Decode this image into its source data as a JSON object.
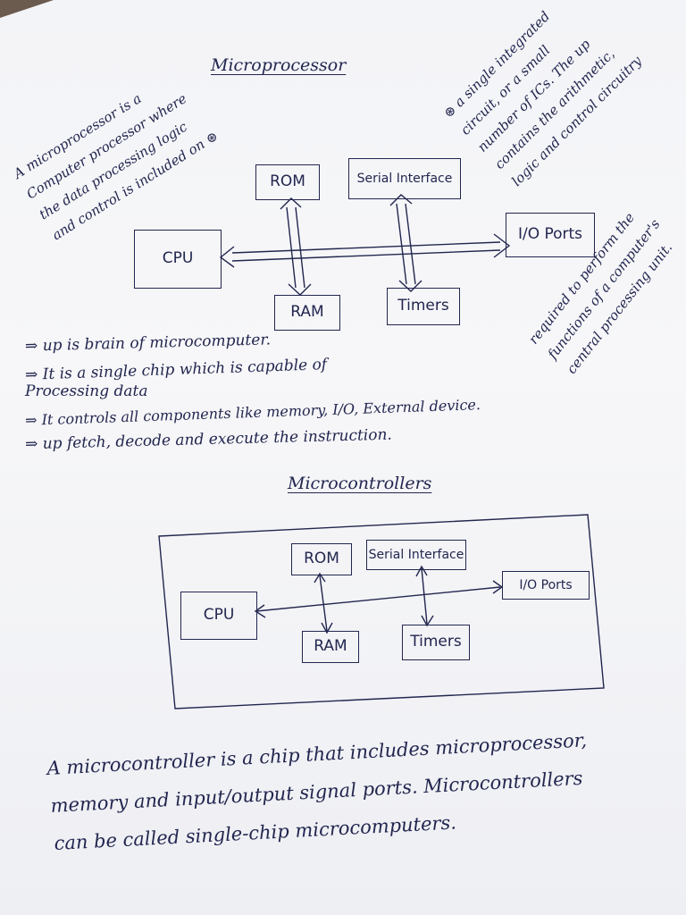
{
  "microprocessor": {
    "title": "Microprocessor",
    "left_note": [
      "A microprocessor is a",
      "Computer processor where",
      "the data processing logic",
      "and control is included on ⊛"
    ],
    "right_note": [
      "⊛ a single integrated",
      "circuit, or a small",
      "number of ICs. The up",
      "contains the arithmetic,",
      "logic and control circuitry"
    ],
    "right_note2": [
      "required to perform the",
      "functions of a computer's",
      "central processing unit."
    ],
    "blocks": {
      "rom": "ROM",
      "serial": "Serial Interface",
      "cpu": "CPU",
      "io": "I/O Ports",
      "ram": "RAM",
      "timers": "Timers"
    },
    "points": [
      "⇒  up is brain of microcomputer.",
      "⇒  It is a single chip which is capable of",
      "      Processing data",
      "⇒  It controls all components like memory, I/O, External device.",
      "⇒  up fetch, decode and execute the instruction."
    ]
  },
  "microcontrollers": {
    "title": "Microcontrollers",
    "blocks": {
      "rom": "ROM",
      "serial": "Serial Interface",
      "cpu": "CPU",
      "io": "I/O Ports",
      "ram": "RAM",
      "timers": "Timers"
    },
    "paragraph": [
      "A microcontroller is a chip that includes microprocessor,",
      "memory and input/output signal ports. Microcontrollers",
      "can be called single-chip microcomputers."
    ]
  }
}
